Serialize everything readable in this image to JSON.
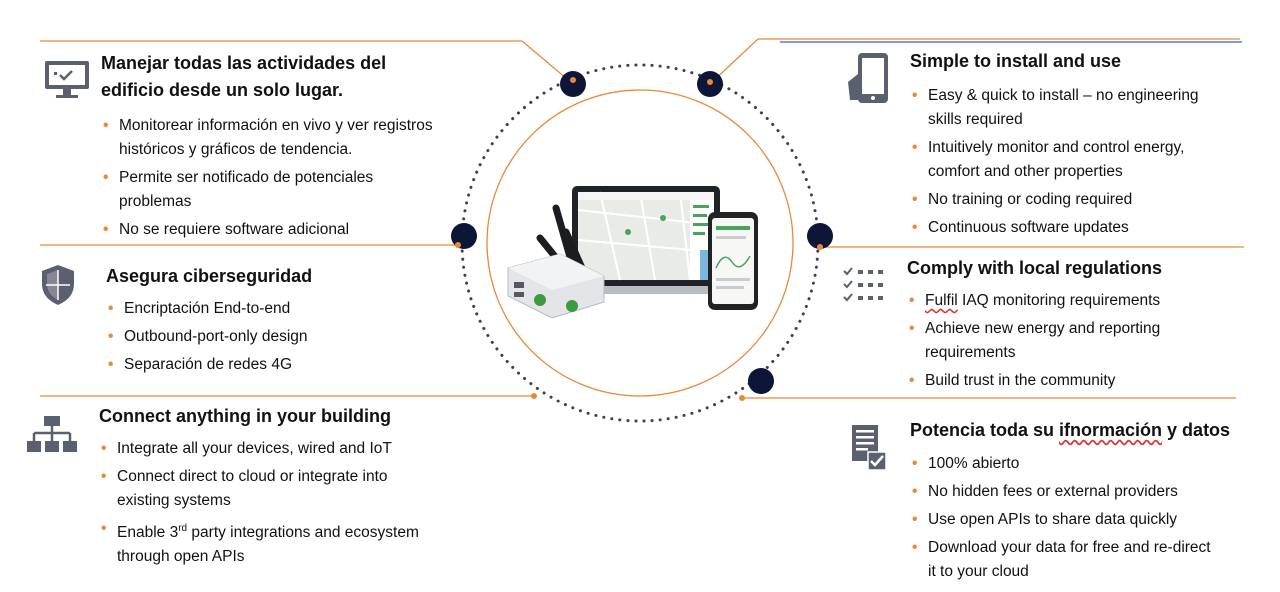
{
  "palette": {
    "accent": "#e8893a",
    "navy": "#0e1638",
    "icon_gray": "#5a6070",
    "ring_gray": "#3a3f55"
  },
  "features": {
    "manage": {
      "title": "Manejar todas las actividades del edificio desde un solo lugar.",
      "icon": "monitor-check-icon",
      "items": [
        "Monitorear información en vivo y ver registros históricos y gráficos de tendencia.",
        "Permite ser notificado de potenciales problemas",
        "No se requiere software adicional"
      ]
    },
    "security": {
      "title": "Asegura ciberseguridad",
      "icon": "shield-icon",
      "items": [
        "Encriptación End-to-end",
        "Outbound-port-only design",
        "Separación de redes 4G"
      ]
    },
    "connect": {
      "title": "Connect anything in your building",
      "icon": "network-icon",
      "items": [
        "Integrate all your devices, wired and IoT",
        "Connect direct to cloud or integrate into existing systems",
        "through open APIs"
      ],
      "item3_prefix": "Enable 3",
      "item3_sup": "rd",
      "item3_suffix": " party integrations and ecosystem"
    },
    "install": {
      "title": "Simple to install and use",
      "icon": "smartphone-icon",
      "items": [
        "Easy & quick to install – no engineering skills required",
        "Intuitively monitor and control energy, comfort and other properties",
        "No training or coding required",
        "Continuous software updates"
      ]
    },
    "comply": {
      "title": "Comply with local regulations",
      "icon": "checklist-icon",
      "item1_word": "Fulfil",
      "item1_rest": " IAQ monitoring requirements",
      "items": [
        "Achieve new energy and reporting requirements",
        "Build trust in the community"
      ]
    },
    "data": {
      "title_prefix": "Potencia toda su ",
      "title_word": "ifnormación",
      "title_suffix": " y datos",
      "icon": "document-check-icon",
      "items": [
        "100% abierto",
        "No hidden fees or external providers",
        "Use open APIs to share data quickly",
        "Download your data for free and re-direct it to your cloud"
      ]
    }
  }
}
